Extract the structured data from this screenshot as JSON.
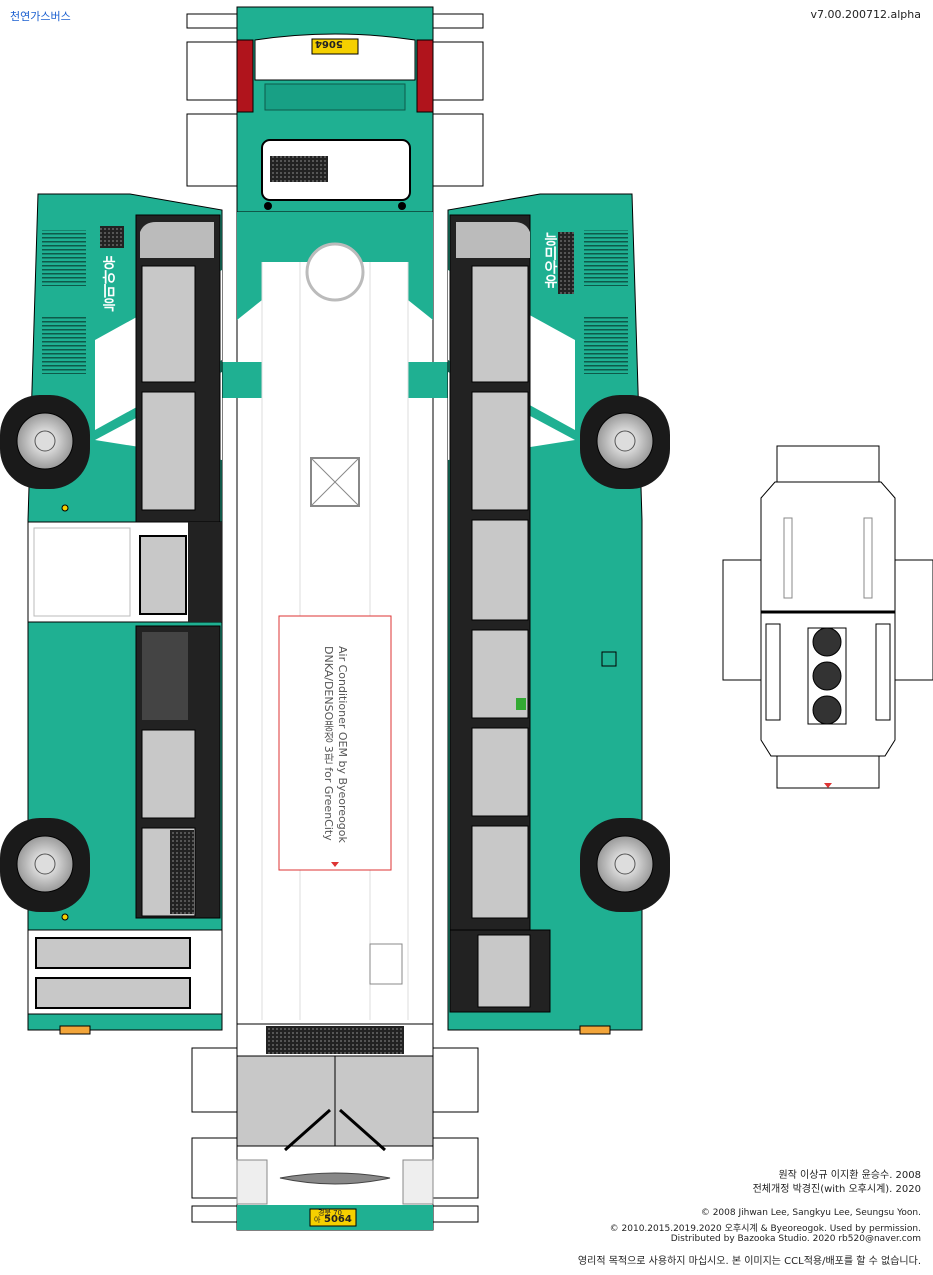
{
  "header": {
    "brand_label": "천연가스버스",
    "version": "v7.00.200712.alpha"
  },
  "bus": {
    "livery_color": "#1fb092",
    "side_text": "능미아유",
    "plate_region": "경북 70",
    "plate_prefix": "아",
    "plate_number": "5064",
    "roof_unit_line1": "Air Conditioner OEM by Byeoreogok",
    "roof_unit_line2": "DNKA/DENSO풍정 3판 for GreenCity"
  },
  "credits": {
    "original": "원작 이상규 이지환 윤승수. 2008",
    "revision": "전체개정 박경진(with 오후시계). 2020",
    "copyright1": "© 2008 Jihwan Lee, Sangkyu Lee, Seungsu Yoon.",
    "copyright2": "© 2010.2015.2019.2020 오후시계 & Byeoreogok. Used by permission.",
    "distribution": "Distributed by Bazooka Studio. 2020  rb520@naver.com",
    "notice": "영리적 목적으로 사용하지 마십시오.   본 이미지는 CCL적용/배포를 할 수 없습니다."
  }
}
